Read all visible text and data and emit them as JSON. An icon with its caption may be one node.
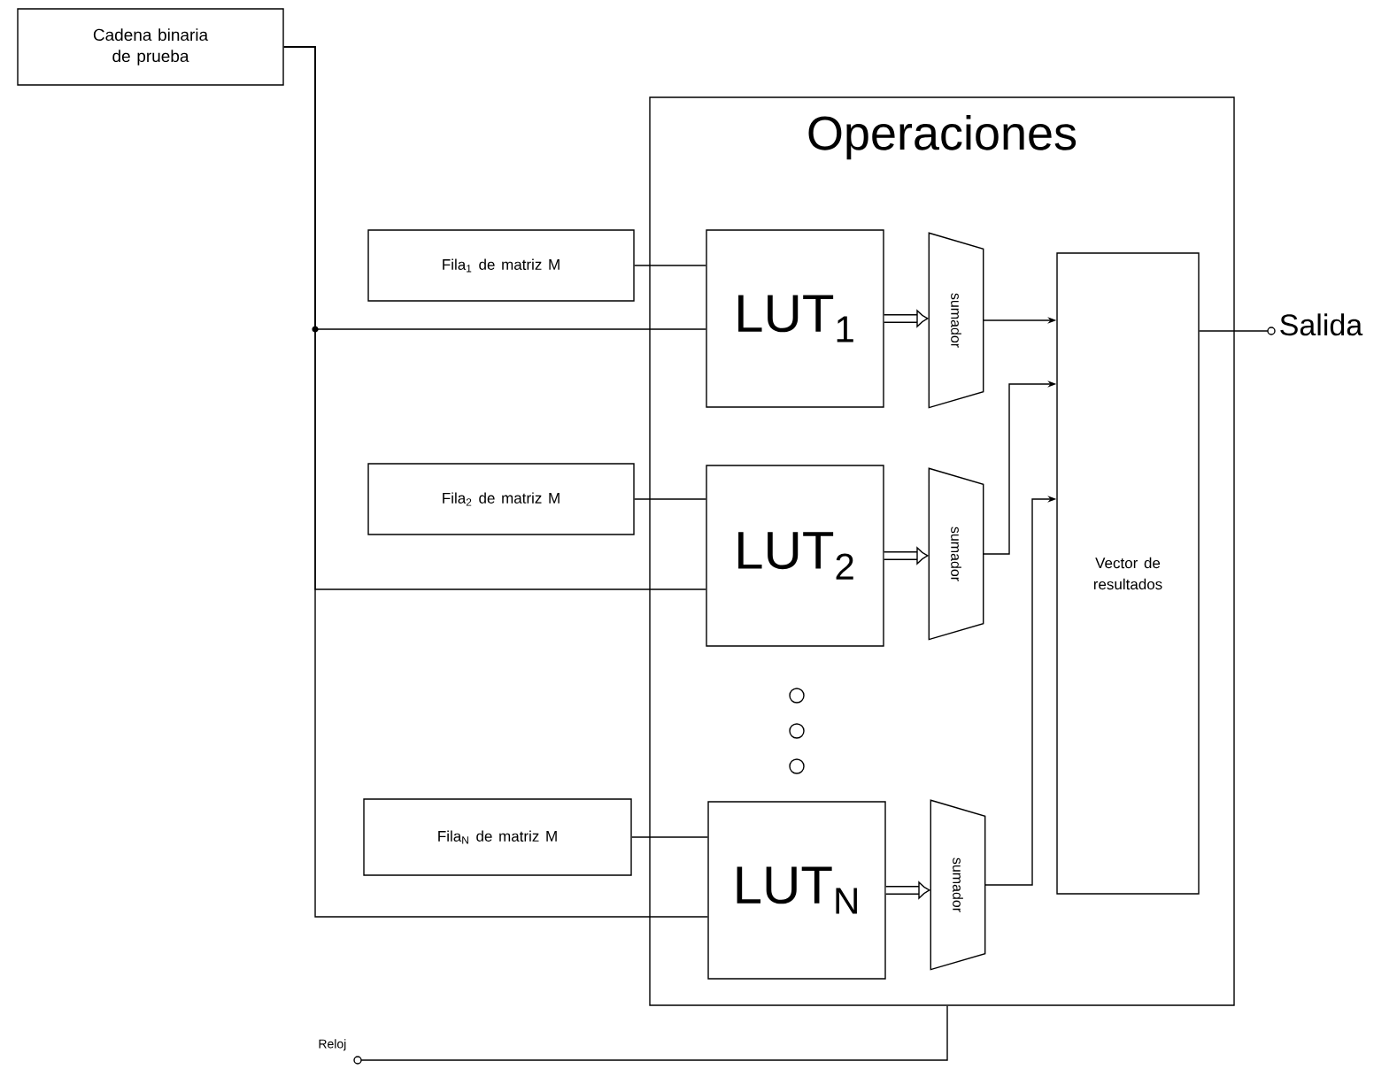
{
  "diagram": {
    "nodes": [
      {
        "text": [
          "Cadena binaria de prueba"
        ]
      },
      {
        "text": [
          "Operaciones"
        ]
      },
      {
        "text": [
          "Fila$_{1}$ de matriz M"
        ]
      },
      {
        "text": [
          "LUT$_{1}$"
        ],
        "in": 1
      },
      {
        "text": [
          "sumador"
        ],
        "in": 1
      },
      {
        "text": [
          "Vector de resultados"
        ],
        "in": 1
      },
      {
        "text": [
          "Salida"
        ]
      },
      {
        "text": [
          "Fila$_{2}$ de matriz M"
        ]
      },
      {
        "text": [
          "LUT$_{2}$"
        ],
        "in": 1
      },
      {
        "text": [
          "sumador"
        ],
        "in": 1
      },
      {
        "text": [
          "Fila$_{N}$ de matriz M"
        ]
      },
      {
        "text": [
          "LUT$_{N}$"
        ],
        "in": 1
      },
      {
        "text": [
          "sumador"
        ],
        "in": 1
      },
      {
        "text": [
          "Reloj"
        ]
      }
    ],
    "edges": [
      {
        "from": 0,
        "to": 3,
        "arrow": "none"
      },
      {
        "from": 0,
        "to": 8,
        "arrow": "none"
      },
      {
        "from": 0,
        "to": 11,
        "arrow": "none"
      },
      {
        "from": 2,
        "to": 3,
        "arrow": "none"
      },
      {
        "from": 7,
        "to": 8,
        "arrow": "none"
      },
      {
        "from": 10,
        "to": 11,
        "arrow": "none"
      },
      {
        "from": 3,
        "to": 4,
        "arrow": "to",
        "style": "thick"
      },
      {
        "from": 8,
        "to": 9,
        "arrow": "to",
        "style": "thick"
      },
      {
        "from": 11,
        "to": 12,
        "arrow": "to",
        "style": "thick"
      },
      {
        "from": 4,
        "to": 5,
        "arrow": "to"
      },
      {
        "from": 9,
        "to": 5,
        "arrow": "to"
      },
      {
        "from": 12,
        "to": 5,
        "arrow": "to"
      },
      {
        "from": 6,
        "to": 5,
        "arrow": "none"
      },
      {
        "from": 13,
        "to": 1,
        "arrow": "none"
      }
    ]
  }
}
